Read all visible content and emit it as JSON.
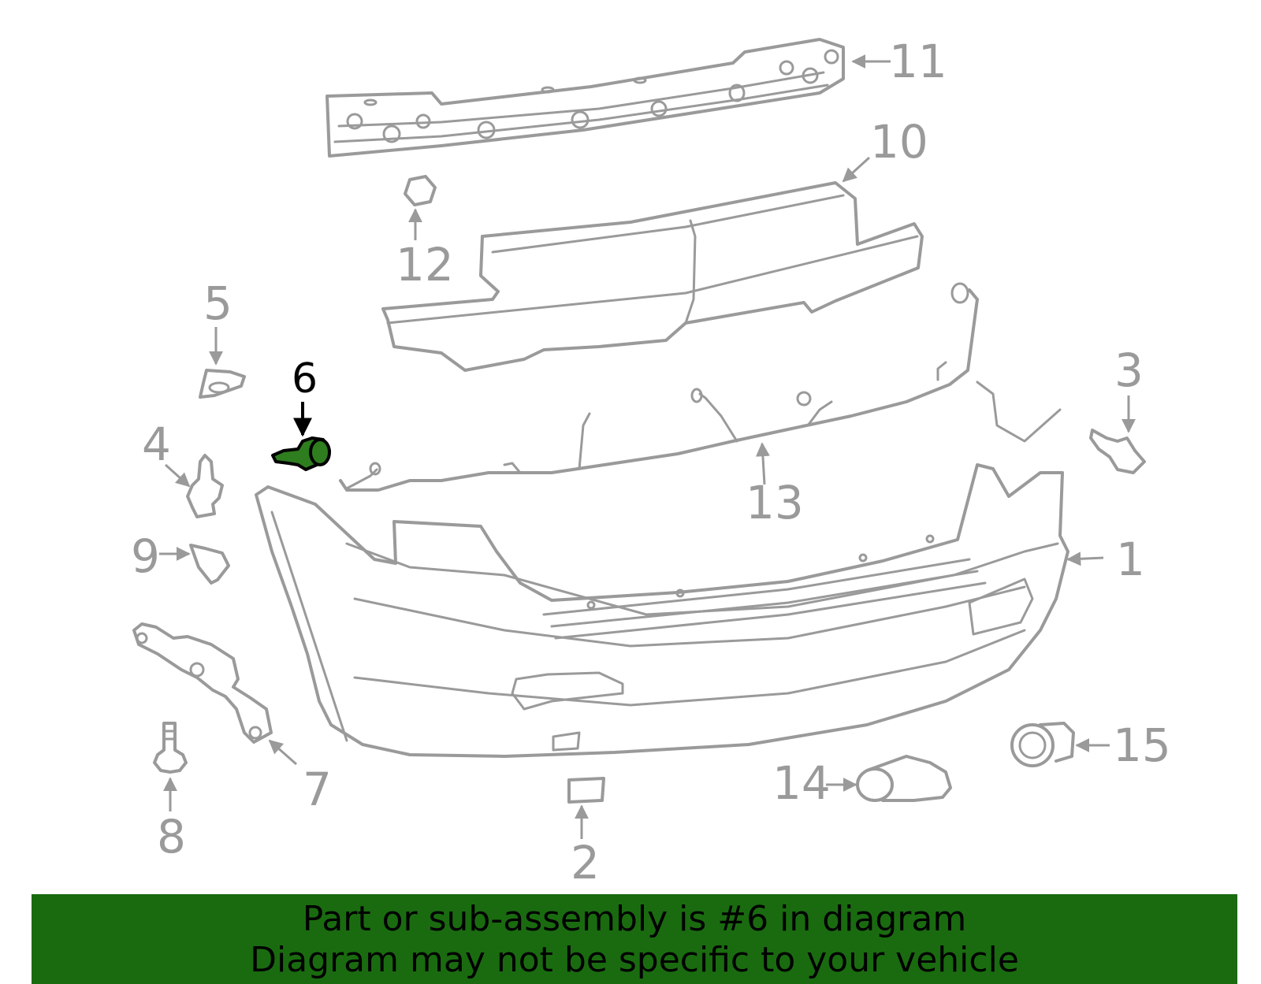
{
  "callouts": {
    "n1": "1",
    "n2": "2",
    "n3": "3",
    "n4": "4",
    "n5": "5",
    "n6": "6",
    "n7": "7",
    "n8": "8",
    "n9": "9",
    "n10": "10",
    "n11": "11",
    "n12": "12",
    "n13": "13",
    "n14": "14",
    "n15": "15"
  },
  "highlight": {
    "part": "6",
    "color": "#2e7d1f"
  },
  "footer": {
    "line1": "Part or sub-assembly is #6 in diagram",
    "line2": "Diagram may not be specific to your vehicle",
    "background": "#1a6b10"
  }
}
